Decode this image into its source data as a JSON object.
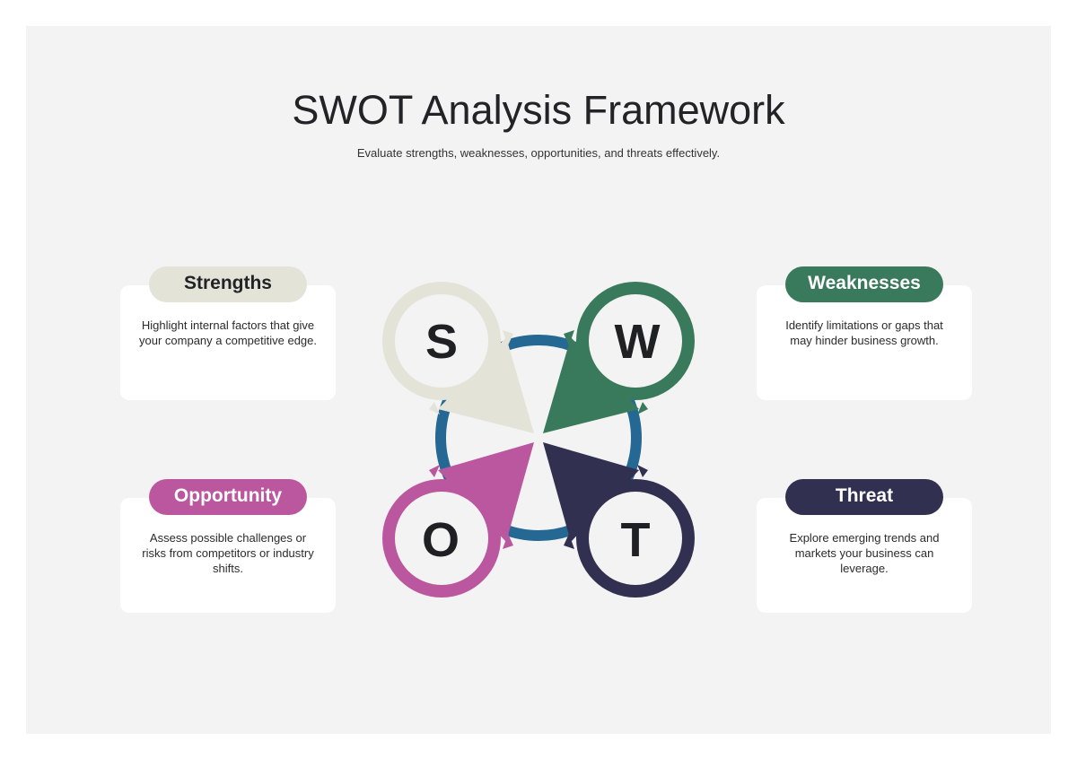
{
  "header": {
    "title": "SWOT Analysis Framework",
    "subtitle": "Evaluate strengths, weaknesses, opportunities, and threats effectively."
  },
  "colors": {
    "background": "#f3f3f3",
    "ring": "#256894",
    "strengths": "#e4e3d8",
    "weaknesses": "#3a7a5c",
    "opportunity": "#bb579f",
    "threat": "#323050",
    "letter": "#1f2023"
  },
  "quadrants": [
    {
      "key": "strengths",
      "letter": "S",
      "label": "Strengths",
      "description": "Highlight internal factors that give your company a competitive edge."
    },
    {
      "key": "weaknesses",
      "letter": "W",
      "label": "Weaknesses",
      "description": "Identify limitations or gaps that may hinder business growth."
    },
    {
      "key": "opportunity",
      "letter": "O",
      "label": "Opportunity",
      "description": "Assess possible challenges or risks from competitors or industry shifts."
    },
    {
      "key": "threat",
      "letter": "T",
      "label": "Threat",
      "description": "Explore emerging trends and markets your business can leverage."
    }
  ]
}
